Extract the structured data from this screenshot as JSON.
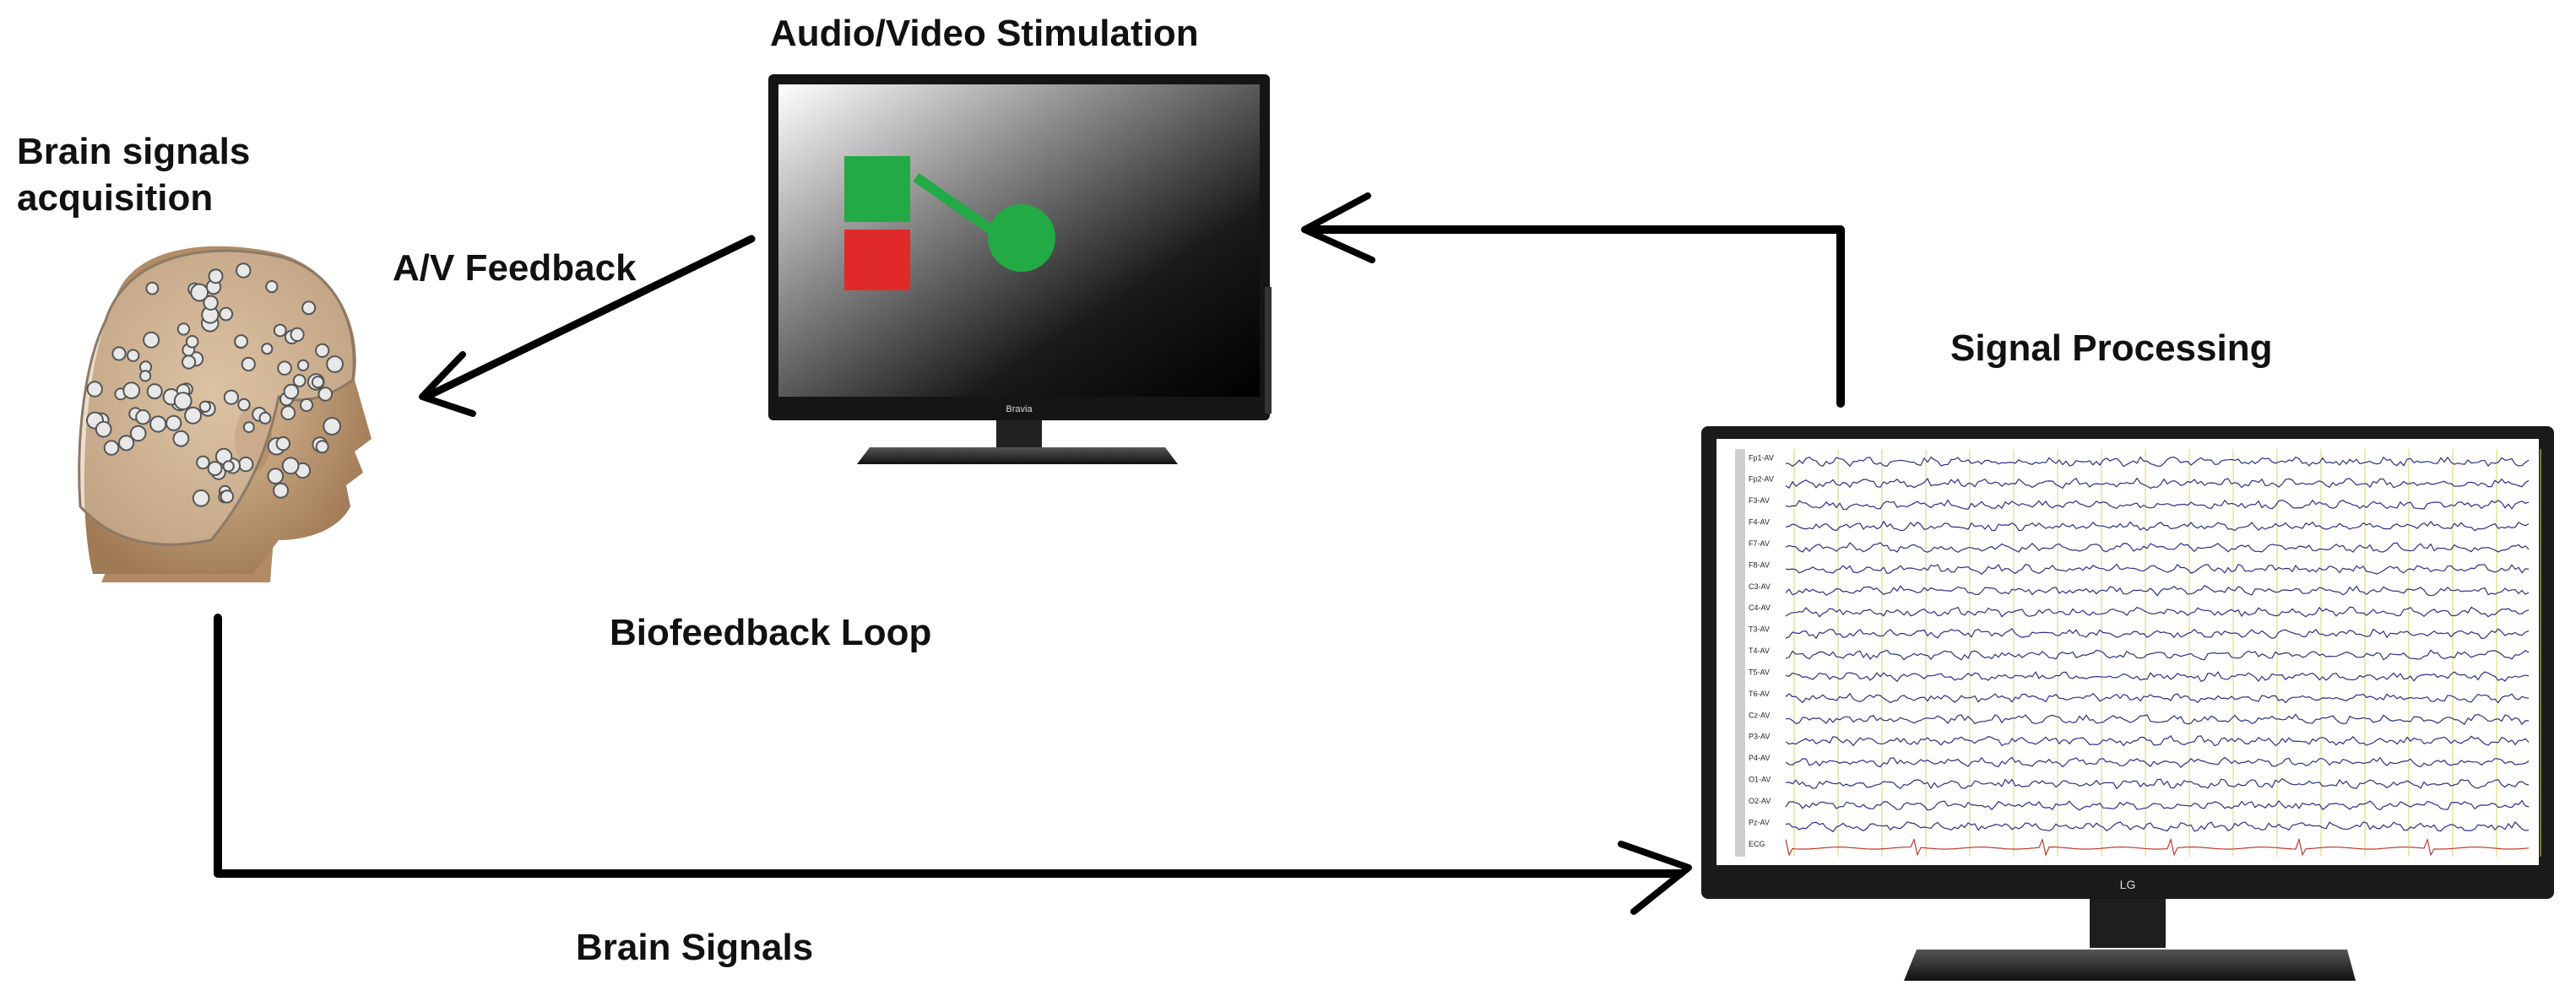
{
  "labels": {
    "acquisition_line1": "Brain signals",
    "acquisition_line2": "acquisition",
    "stimulation": "Audio/Video Stimulation",
    "av_feedback": "A/V Feedback",
    "signal_processing": "Signal Processing",
    "biofeedback_loop": "Biofeedback Loop",
    "brain_signals": "Brain Signals"
  },
  "tv_brand": "Bravia",
  "monitor_brand": "LG",
  "eeg_channels": [
    "Fp1-AV",
    "Fp2-AV",
    "F3-AV",
    "F4-AV",
    "F7-AV",
    "F8-AV",
    "C3-AV",
    "C4-AV",
    "T3-AV",
    "T4-AV",
    "T5-AV",
    "T6-AV",
    "Cz-AV",
    "P3-AV",
    "P4-AV",
    "O1-AV",
    "O2-AV",
    "Pz-AV",
    "ECG"
  ],
  "colors": {
    "arrow": "#000000",
    "green": "#22aa44",
    "red": "#e02a2a",
    "eeg_trace": "#2b2f8a",
    "ecg_trace": "#c0392b",
    "eeg_grid": "#d9d36a",
    "skin": "#caa07a"
  }
}
